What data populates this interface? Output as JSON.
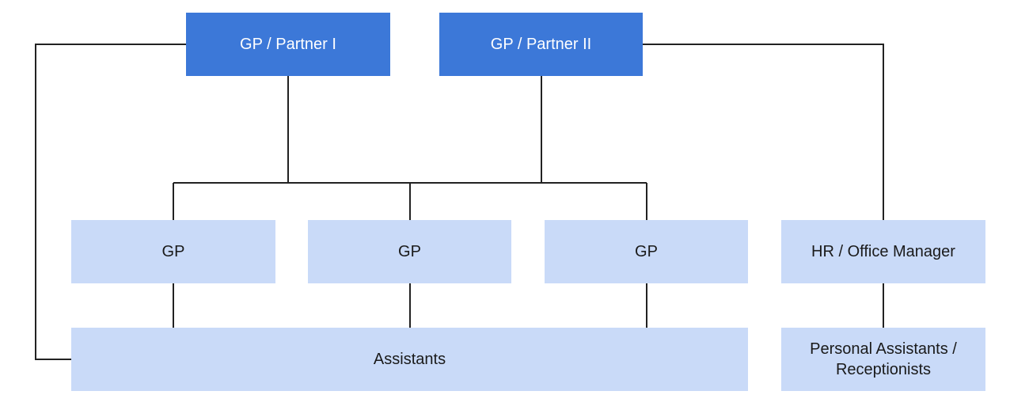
{
  "nodes": {
    "partner_1": "GP / Partner I",
    "partner_2": "GP / Partner II",
    "gp_1": "GP",
    "gp_2": "GP",
    "gp_3": "GP",
    "hr_manager": "HR / Office Manager",
    "assistants": "Assistants",
    "personal_assistants": "Personal Assistants /\nReceptionists"
  },
  "colors": {
    "dark_box": "#3c78d8",
    "light_box": "#c9daf8",
    "connector": "#222222"
  }
}
